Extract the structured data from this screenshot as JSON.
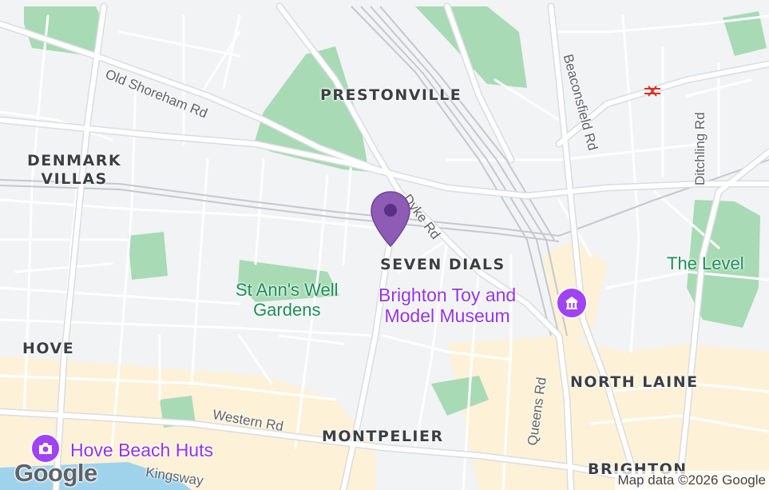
{
  "map": {
    "areas": {
      "prestonville": "PRESTONVILLE",
      "denmark_villas_line1": "DENMARK",
      "denmark_villas_line2": "VILLAS",
      "seven_dials": "SEVEN DIALS",
      "hove": "HOVE",
      "north_laine": "NORTH LAINE",
      "montpelier": "MONTPELIER",
      "brighton": "BRIGHTON"
    },
    "roads": {
      "old_shoreham": "Old Shoreham Rd",
      "beaconsfield": "Beaconsfield Rd",
      "ditchling": "Ditchling Rd",
      "dyke": "Dyke Rd",
      "queens": "Queens Rd",
      "western": "Western Rd",
      "kingsway": "Kingsway"
    },
    "parks": {
      "st_anns_line1": "St Ann's Well",
      "st_anns_line2": "Gardens",
      "the_level": "The Level"
    },
    "pois": {
      "toy_museum_line1": "Brighton Toy and",
      "toy_museum_line2": "Model Museum",
      "hove_beach_huts": "Hove Beach Huts"
    },
    "icons": {
      "marker": "map-pin-icon",
      "museum": "museum-icon",
      "camera": "camera-icon",
      "rail": "rail-icon"
    },
    "colors": {
      "background": "#f1f3f4",
      "park": "#a8dab5",
      "road": "#ffffff",
      "rail": "#bdc1c6",
      "marker": "#8e5bb5",
      "poi": "#9334e6",
      "shopping": "#fdeed0",
      "sea": "#9fd3ec"
    },
    "logo": "Google",
    "attribution": "Map data ©2026 Google"
  }
}
